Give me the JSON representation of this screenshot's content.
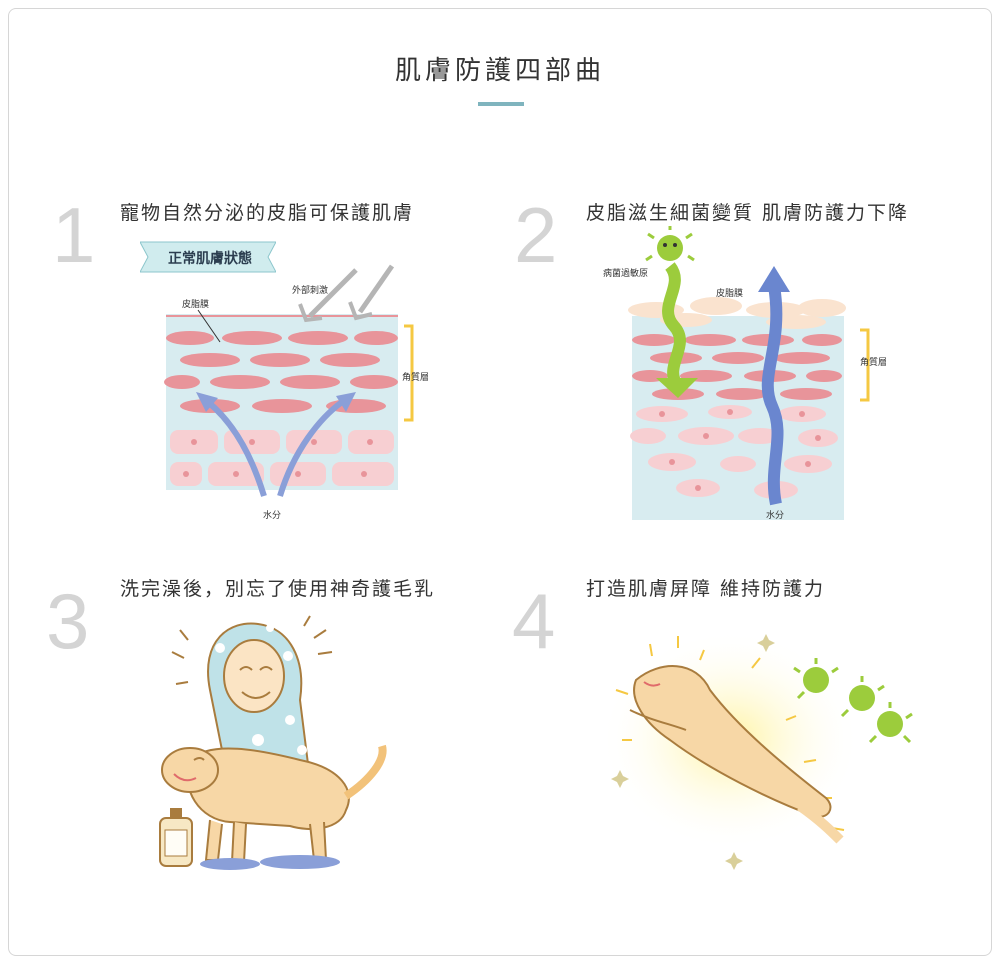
{
  "title": "肌膚防護四部曲",
  "steps": [
    {
      "number": "1",
      "heading": "寵物自然分泌的皮脂可保護肌膚",
      "banner": "正常肌膚狀態",
      "labels": {
        "sebum": "皮脂膜",
        "irritant": "外部刺激",
        "stratum": "角質層",
        "water": "水分"
      }
    },
    {
      "number": "2",
      "heading": "皮脂滋生細菌變質 肌膚防護力下降",
      "labels": {
        "pathogen": "病菌過敏原",
        "sebum": "皮脂膜",
        "stratum": "角質層",
        "water": "水分"
      }
    },
    {
      "number": "3",
      "heading": "洗完澡後，別忘了使用神奇護毛乳"
    },
    {
      "number": "4",
      "heading": "打造肌膚屏障 維持防護力"
    }
  ],
  "colors": {
    "accent_bar": "#7fb4be",
    "skin_cell": "#e8949a",
    "skin_base": "#d8ecf0",
    "arrow_blue": "#8a9fd8",
    "bracket": "#f5c842",
    "germ": "#9ccc3c"
  },
  "icons": [
    "germ-icon",
    "shampoo-bottle-icon",
    "dog-illustration",
    "child-illustration"
  ]
}
